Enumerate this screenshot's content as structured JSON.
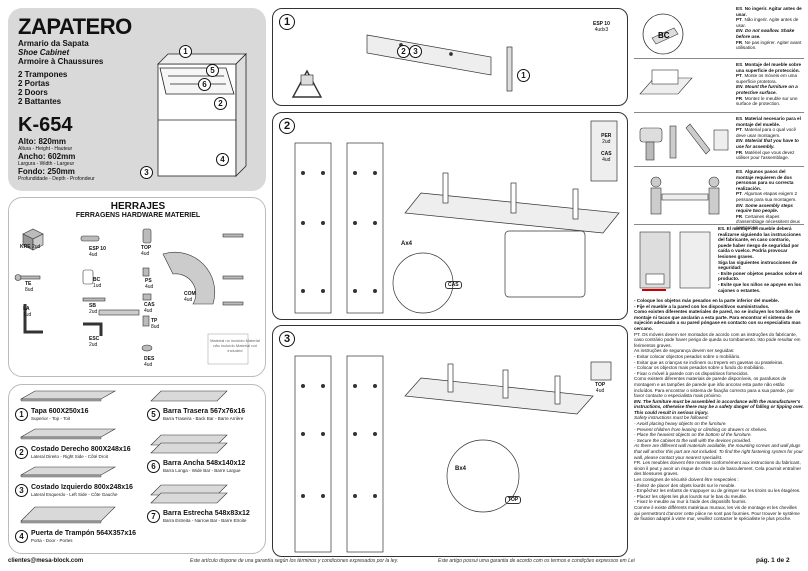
{
  "product": {
    "title": "ZAPATERO",
    "subtitles": [
      "Armario da Sapata",
      "Shoe Cabinet",
      "Armoire à Chaussures"
    ],
    "features": [
      "2 Trampones",
      "2 Portas",
      "2 Doors",
      "2 Battantes"
    ],
    "model": "K-654",
    "height_label": "Alto: 820mm",
    "height_sub": "Altura - Height - Hauteur",
    "width_label": "Ancho: 602mm",
    "width_sub": "Largura - Width - Largeur",
    "depth_label": "Fondo: 250mm",
    "depth_sub": "Profundidade - Depth - Profondeur"
  },
  "hardware": {
    "title": "HERRAJES",
    "subtitle": "FERRAGENS HARDWARE MATERIEL",
    "items": [
      {
        "code": "ESP 10",
        "qty": "4ud"
      },
      {
        "code": "TOP",
        "qty": "4ud"
      },
      {
        "code": "BC",
        "qty": "1ud"
      },
      {
        "code": "PS",
        "qty": "4ud"
      },
      {
        "code": "SB",
        "qty": "2ud"
      },
      {
        "code": "CAS",
        "qty": "4ud"
      },
      {
        "code": "ESC",
        "qty": "2ud"
      },
      {
        "code": "TP",
        "qty": "8ud"
      },
      {
        "code": "DES",
        "qty": "4ud"
      },
      {
        "code": "COM",
        "qty": "4ud"
      },
      {
        "code": "LA",
        "qty": "1ud"
      },
      {
        "code": "TE",
        "qty": "8ud"
      },
      {
        "code": "KRE",
        "qty": "2ud"
      }
    ],
    "note": "Material no incluido Material não incluído Material not included"
  },
  "parts": [
    {
      "num": "1",
      "name": "Tapa 600X250x16",
      "sub": "Superior - Top - Toit"
    },
    {
      "num": "2",
      "name": "Costado Derecho 800X248x16",
      "sub": "Lateral Direito - Right Side - Côté Droit"
    },
    {
      "num": "3",
      "name": "Costado Izquierdo 800x248x16",
      "sub": "Lateral Esquerdo - Left Side - Côte Gauche"
    },
    {
      "num": "4",
      "name": "Puerta de Trampón 564X357x16",
      "sub": "Porta - Door - Portes"
    },
    {
      "num": "5",
      "name": "Barra Trasera 567x76x16",
      "sub": "Barra Traseira - Back Bar - Barre Arrière"
    },
    {
      "num": "6",
      "name": "Barra Ancha 548x140x12",
      "sub": "Barra Longa - Wide Bar - Barre Largue"
    },
    {
      "num": "7",
      "name": "Barra Estrecha 548x83x12",
      "sub": "Barra Estreita - Narrow Bar - Barre Etroite"
    }
  ],
  "steps": [
    {
      "num": "1",
      "hw": "ESP 10",
      "hw_qty": "4udx3"
    },
    {
      "num": "2",
      "hw": "PER",
      "hw_qty": "2ud",
      "hw2": "CAS",
      "hw2_qty": "4ud",
      "callout": "Ax4",
      "callout2": "CAS"
    },
    {
      "num": "3",
      "hw": "TOP",
      "hw_qty": "4ud",
      "callout": "Bx4",
      "callout2": "TOP"
    }
  ],
  "warnings": [
    {
      "lang": "ES",
      "text": "No ingerir. Agitar antes de usar."
    },
    {
      "lang": "PT",
      "text": "Não ingerir. Agite antes de usar."
    },
    {
      "lang": "EN",
      "text": "Do not swallow. Shake before use."
    },
    {
      "lang": "FR",
      "text": "Ne pas ingérer. Agiter avant utilisation."
    }
  ],
  "mount_notes": [
    {
      "lang": "ES",
      "text": "Montaje del mueble sobre una superficie de protección."
    },
    {
      "lang": "PT",
      "text": "Monte os móveis em uma superfície protetora."
    },
    {
      "lang": "EN",
      "text": "Mount the furniture on a protective surface."
    },
    {
      "lang": "FR",
      "text": "Montez le meuble sur une surface de protection."
    }
  ],
  "tools_notes": [
    {
      "lang": "ES",
      "text": "Material necesario para el montaje del mueble."
    },
    {
      "lang": "PT",
      "text": "Material para o qual você deve usar montagem."
    },
    {
      "lang": "EN",
      "text": "Material that you have to use for assembly."
    },
    {
      "lang": "FR",
      "text": "Matériel que vous devez utiliser pour l'assemblage."
    }
  ],
  "people_notes": [
    {
      "lang": "ES",
      "text": "Algunos pasos del montaje requieren de dos personas para su correcta realización."
    },
    {
      "lang": "PT",
      "text": "Algumas etapas exigem 2 pessoas para sua montagem."
    },
    {
      "lang": "EN",
      "text": "Some assembly steps require two people."
    },
    {
      "lang": "FR",
      "text": "Certaines étapes d'assemblage nécessitent deux personnes."
    }
  ],
  "safety": {
    "es_intro": "ES. El montaje del mueble deberá realizarse siguiendo las instrucciones del fabricante, en caso contrario, puede haber riesgo de seguridad por caída o vuelco. Podría provocar lesiones graves.",
    "es_sub": "Siga las siguientes instrucciones de seguridad:",
    "es_items": [
      "- Evite poner objetos pesados sobre el producto.",
      "- Evite que los niños se apoyen en los cajones o estantes.",
      "- Coloque los objetos más pesados en la parte inferior del mueble.",
      "- Fije el mueble a la pared con los dispositivos suministrados."
    ],
    "es_more": "Como existen diferentes materiales de pared, no se incluyen los tornillos de montaje ni tacos que anclarán a esta parte. Para encontrar el sistema de sujeción adecuado a su pared póngase en contacto con su especialista mas cercano.",
    "pt_intro": "PT. Os móveis devem ser montados de acordo com as instruções do fabricante, caso contrário pode haver perigo de queda ou tombamento. Isto pode resultar em ferimentos graves.",
    "pt_sub": "As instruções de segurança devem ser seguidas:",
    "pt_items": [
      "- Evitar colocar objectos pesados sobre o mobiliário.",
      "- Evitar que as crianças se inclinem ou trepem em gavetas ou prateleiras.",
      "- Colocar os objectos mais pesados sobre o fundo do mobiliário.",
      "- Fixar o móvel à parede com os dispositivos fornecidos."
    ],
    "pt_more": "Como existem diferentes materiais de parede disponíveis, os parafusos de montagem e as tampões de parede que irão ancorar esta parte não estão incluídos. Para encontrar o sistema de fixação correcto para a sua parede, por favor contacte o especialista mais próximo.",
    "en_intro": "EN. The furniture must be assembled in accordance with the manufacturer's instructions, otherwise there may be a safety danger of falling or tipping over. This could result in serious injury.",
    "en_sub": "Safety instructions must be followed:",
    "en_items": [
      "- Avoid placing heavy objects on the furniture.",
      "- Prevent children from leaning or climbing on drawers or shelves.",
      "- Place the heaviest objects on the bottom of the furniture.",
      "- Secure the cabinet to the wall with the devices provided."
    ],
    "en_more": "As there are different wall materials available, the mounting screws and wall plugs that will anchor this part are not included. To find the right fastening system for your wall, please contact your nearest specialist.",
    "fr_intro": "FR. Les meubles doivent être montés conformément aux instructions du fabricant, sinon il peut y avoir un risque de chute ou de basculement. Cela pourrait entraîner des blessures graves.",
    "fr_sub": "Les consignes de sécurité doivent être respectées :",
    "fr_items": [
      "- Évitez de placer des objets lourds sur le meuble.",
      "- Empêchez les enfants de s'appuyer ou de grimper sur les tiroirs ou les étagères.",
      "- Placez les objets les plus lourds sur le bas du meuble.",
      "- Fixez le meuble au mur à l'aide des dispositifs fournis."
    ],
    "fr_more": "Comme il existe différents matériaux muraux, les vis de montage et les chevilles qui permettront d'ancrer cette pièce ne sont pas fournies. Pour trouver le système de fixation adapté à votre mur, veuillez contacter le spécialiste le plus proche."
  },
  "footer": {
    "email": "clientes@mesa-block.com",
    "legal_es": "Este artículo dispone de una garantía según los términos y condiciones expresados por la ley.",
    "legal_pt": "Este artigo possui uma garantia de acordo com os termos e condições expressos em Lei",
    "page": "pág. 1 de 2"
  }
}
